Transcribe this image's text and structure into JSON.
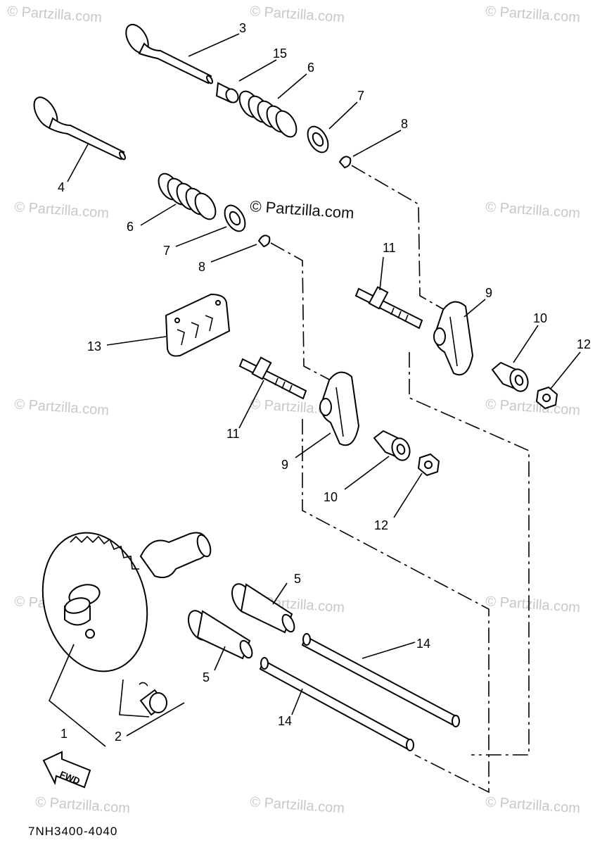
{
  "diagram": {
    "watermark_text": "© Partzilla.com",
    "center_watermark_text": "© Partzilla.com",
    "part_code": "7NH3400-4040",
    "fwd_label": "FWD",
    "callouts": {
      "c1": "1",
      "c2": "2",
      "c3": "3",
      "c4": "4",
      "c5a": "5",
      "c5b": "5",
      "c6a": "6",
      "c6b": "6",
      "c7a": "7",
      "c7b": "7",
      "c8a": "8",
      "c8b": "8",
      "c9a": "9",
      "c9b": "9",
      "c10a": "10",
      "c10b": "10",
      "c11a": "11",
      "c11b": "11",
      "c12a": "12",
      "c12b": "12",
      "c13": "13",
      "c14a": "14",
      "c14b": "14",
      "c15": "15"
    }
  }
}
